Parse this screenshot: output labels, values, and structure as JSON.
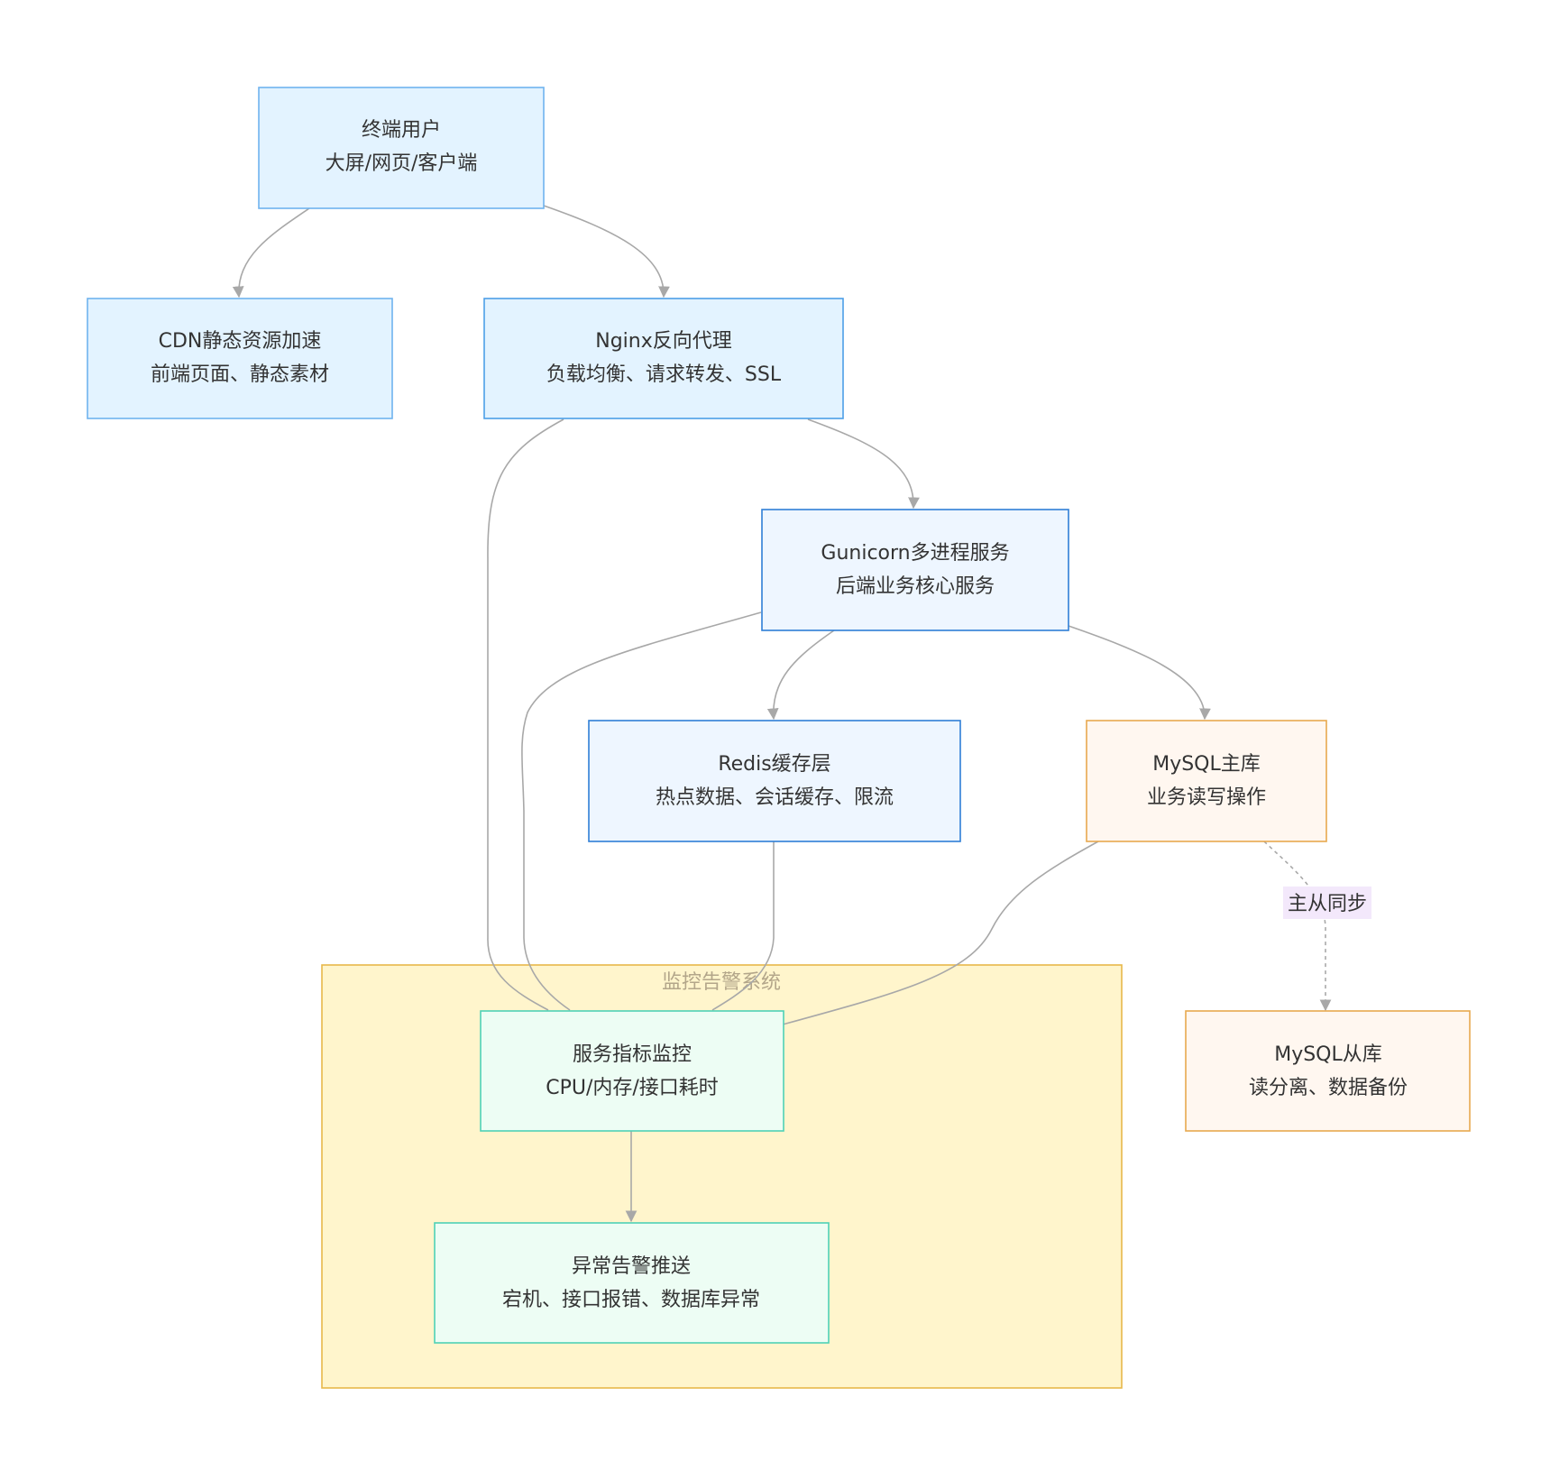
{
  "diagram": {
    "cluster": {
      "title": "监控告警系统",
      "fill": "#fff5cc",
      "stroke": "#e8b84a"
    },
    "nodes": {
      "user": {
        "line1": "终端用户",
        "line2": "大屏/网页/客户端",
        "fill": "#e3f3ff",
        "stroke": "#6fb3ee"
      },
      "cdn": {
        "line1": "CDN静态资源加速",
        "line2": "前端页面、静态素材",
        "fill": "#e3f3ff",
        "stroke": "#6fb3ee"
      },
      "nginx": {
        "line1": "Nginx反向代理",
        "line2": "负载均衡、请求转发、SSL",
        "fill": "#e3f3ff",
        "stroke": "#4d9fe8"
      },
      "gunicorn": {
        "line1": "Gunicorn多进程服务",
        "line2": "后端业务核心服务",
        "fill": "#eef6ff",
        "stroke": "#2f7fd6"
      },
      "redis": {
        "line1": "Redis缓存层",
        "line2": "热点数据、会话缓存、限流",
        "fill": "#eef6ff",
        "stroke": "#2f7fd6"
      },
      "mysql_master": {
        "line1": "MySQL主库",
        "line2": "业务读写操作",
        "fill": "#fff7f0",
        "stroke": "#e8a94f"
      },
      "mysql_slave": {
        "line1": "MySQL从库",
        "line2": "读分离、数据备份",
        "fill": "#fff7f0",
        "stroke": "#e8a94f"
      },
      "monitor": {
        "line1": "服务指标监控",
        "line2": "CPU/内存/接口耗时",
        "fill": "#edfdf4",
        "stroke": "#4fd1b5"
      },
      "alert": {
        "line1": "异常告警推送",
        "line2": "宕机、接口报错、数据库异常",
        "fill": "#edfdf4",
        "stroke": "#4fd1b5"
      }
    },
    "edge_labels": {
      "sync": "主从同步"
    },
    "edge_label_bg": "#f3e8fb",
    "edge_color": "#a8a8a8"
  }
}
